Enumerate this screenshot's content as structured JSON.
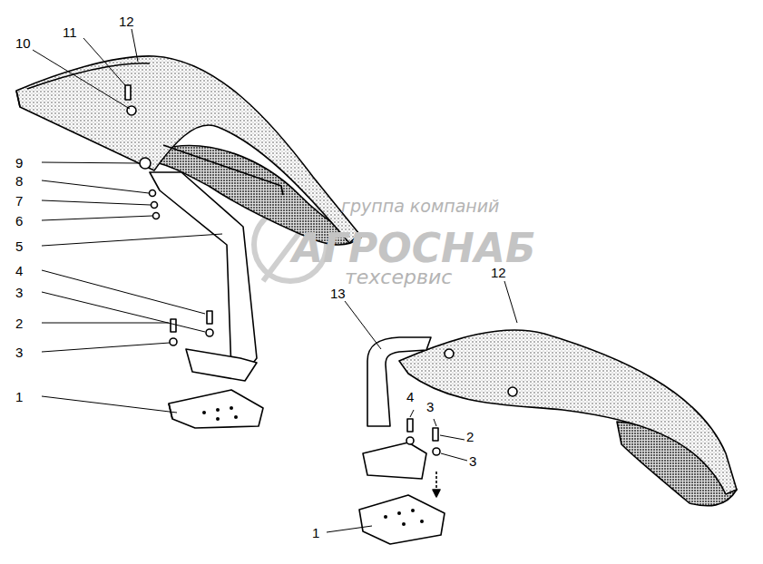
{
  "diagram": {
    "labels": [
      "12",
      "11",
      "10",
      "9",
      "8",
      "7",
      "6",
      "5",
      "4",
      "3",
      "2",
      "3",
      "1",
      "12",
      "13",
      "4",
      "3",
      "2",
      "3",
      "1",
      "группа компаний",
      "АГРОСНАБ",
      "техсервис"
    ]
  }
}
